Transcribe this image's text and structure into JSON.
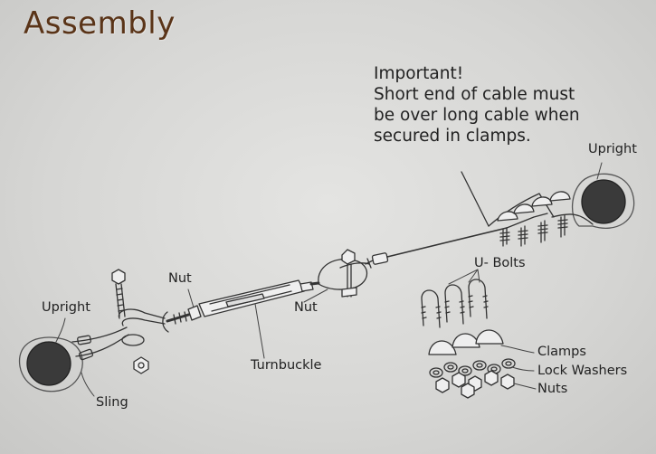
{
  "title": "Assembly",
  "note": {
    "lines": [
      "Important!",
      "Short end of cable must",
      "be over long cable when",
      "secured in clamps."
    ]
  },
  "labels": {
    "upright_right": "Upright",
    "upright_left": "Upright",
    "nut_left": "Nut",
    "nut_right": "Nut",
    "u_bolts": "U- Bolts",
    "turnbuckle": "Turnbuckle",
    "sling": "Sling",
    "clamps": "Clamps",
    "lock_washers": "Lock Washers",
    "nuts": "Nuts"
  },
  "colors": {
    "title": "#5a3418",
    "upright_fill": "#3a3a3a",
    "line": "#333333"
  }
}
